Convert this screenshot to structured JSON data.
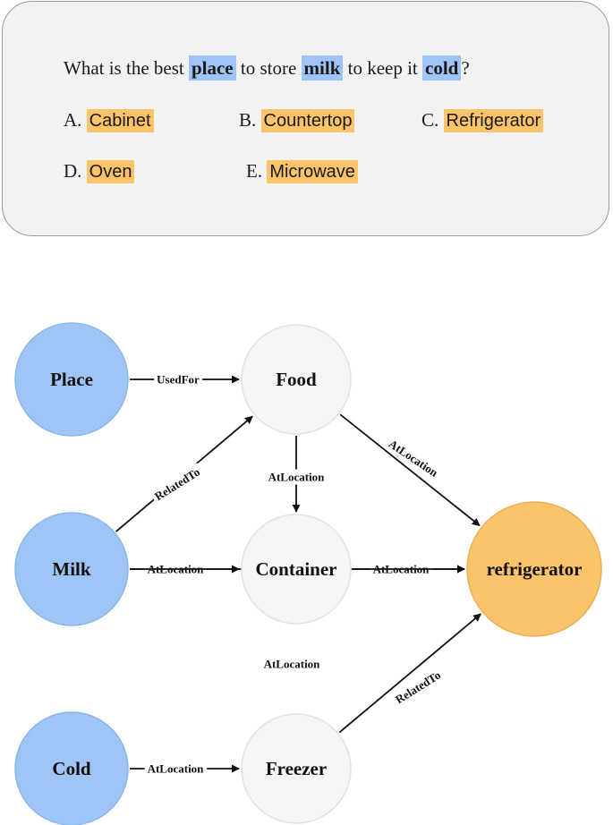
{
  "question": {
    "parts": [
      "What is the best ",
      "place",
      " to store ",
      "milk",
      " to keep it ",
      "cold",
      "?"
    ],
    "options": [
      {
        "letter": "A. ",
        "text": "Cabinet"
      },
      {
        "letter": "B. ",
        "text": "Countertop"
      },
      {
        "letter": "C. ",
        "text": "Refrigerator"
      },
      {
        "letter": "D. ",
        "text": "Oven"
      },
      {
        "letter": "E. ",
        "text": "Microwave"
      }
    ]
  },
  "colors": {
    "concept": "#9ec5f5",
    "intermediate": "#f5f5f5",
    "answer": "#fbc46a",
    "option_highlight": "#fbc46a"
  },
  "graph": {
    "nodes": [
      {
        "id": "place",
        "label": "Place",
        "kind": "concept"
      },
      {
        "id": "milk",
        "label": "Milk",
        "kind": "concept"
      },
      {
        "id": "cold",
        "label": "Cold",
        "kind": "concept"
      },
      {
        "id": "food",
        "label": "Food",
        "kind": "intermediate"
      },
      {
        "id": "container",
        "label": "Container",
        "kind": "intermediate"
      },
      {
        "id": "freezer",
        "label": "Freezer",
        "kind": "intermediate"
      },
      {
        "id": "refrigerator",
        "label": "refrigerator",
        "kind": "answer"
      }
    ],
    "edges": [
      {
        "from": "place",
        "to": "food",
        "label": "UsedFor"
      },
      {
        "from": "milk",
        "to": "food",
        "label": "RelatedTo"
      },
      {
        "from": "food",
        "to": "container",
        "label": "AtLocation"
      },
      {
        "from": "food",
        "to": "refrigerator",
        "label": "AtLocation"
      },
      {
        "from": "milk",
        "to": "container",
        "label": "AtLocation"
      },
      {
        "from": "container",
        "to": "refrigerator",
        "label": "AtLocation"
      },
      {
        "from": "milk",
        "to": "refrigerator",
        "label": "AtLocation"
      },
      {
        "from": "cold",
        "to": "freezer",
        "label": "AtLocation"
      },
      {
        "from": "freezer",
        "to": "refrigerator",
        "label": "RelatedTo"
      }
    ]
  }
}
